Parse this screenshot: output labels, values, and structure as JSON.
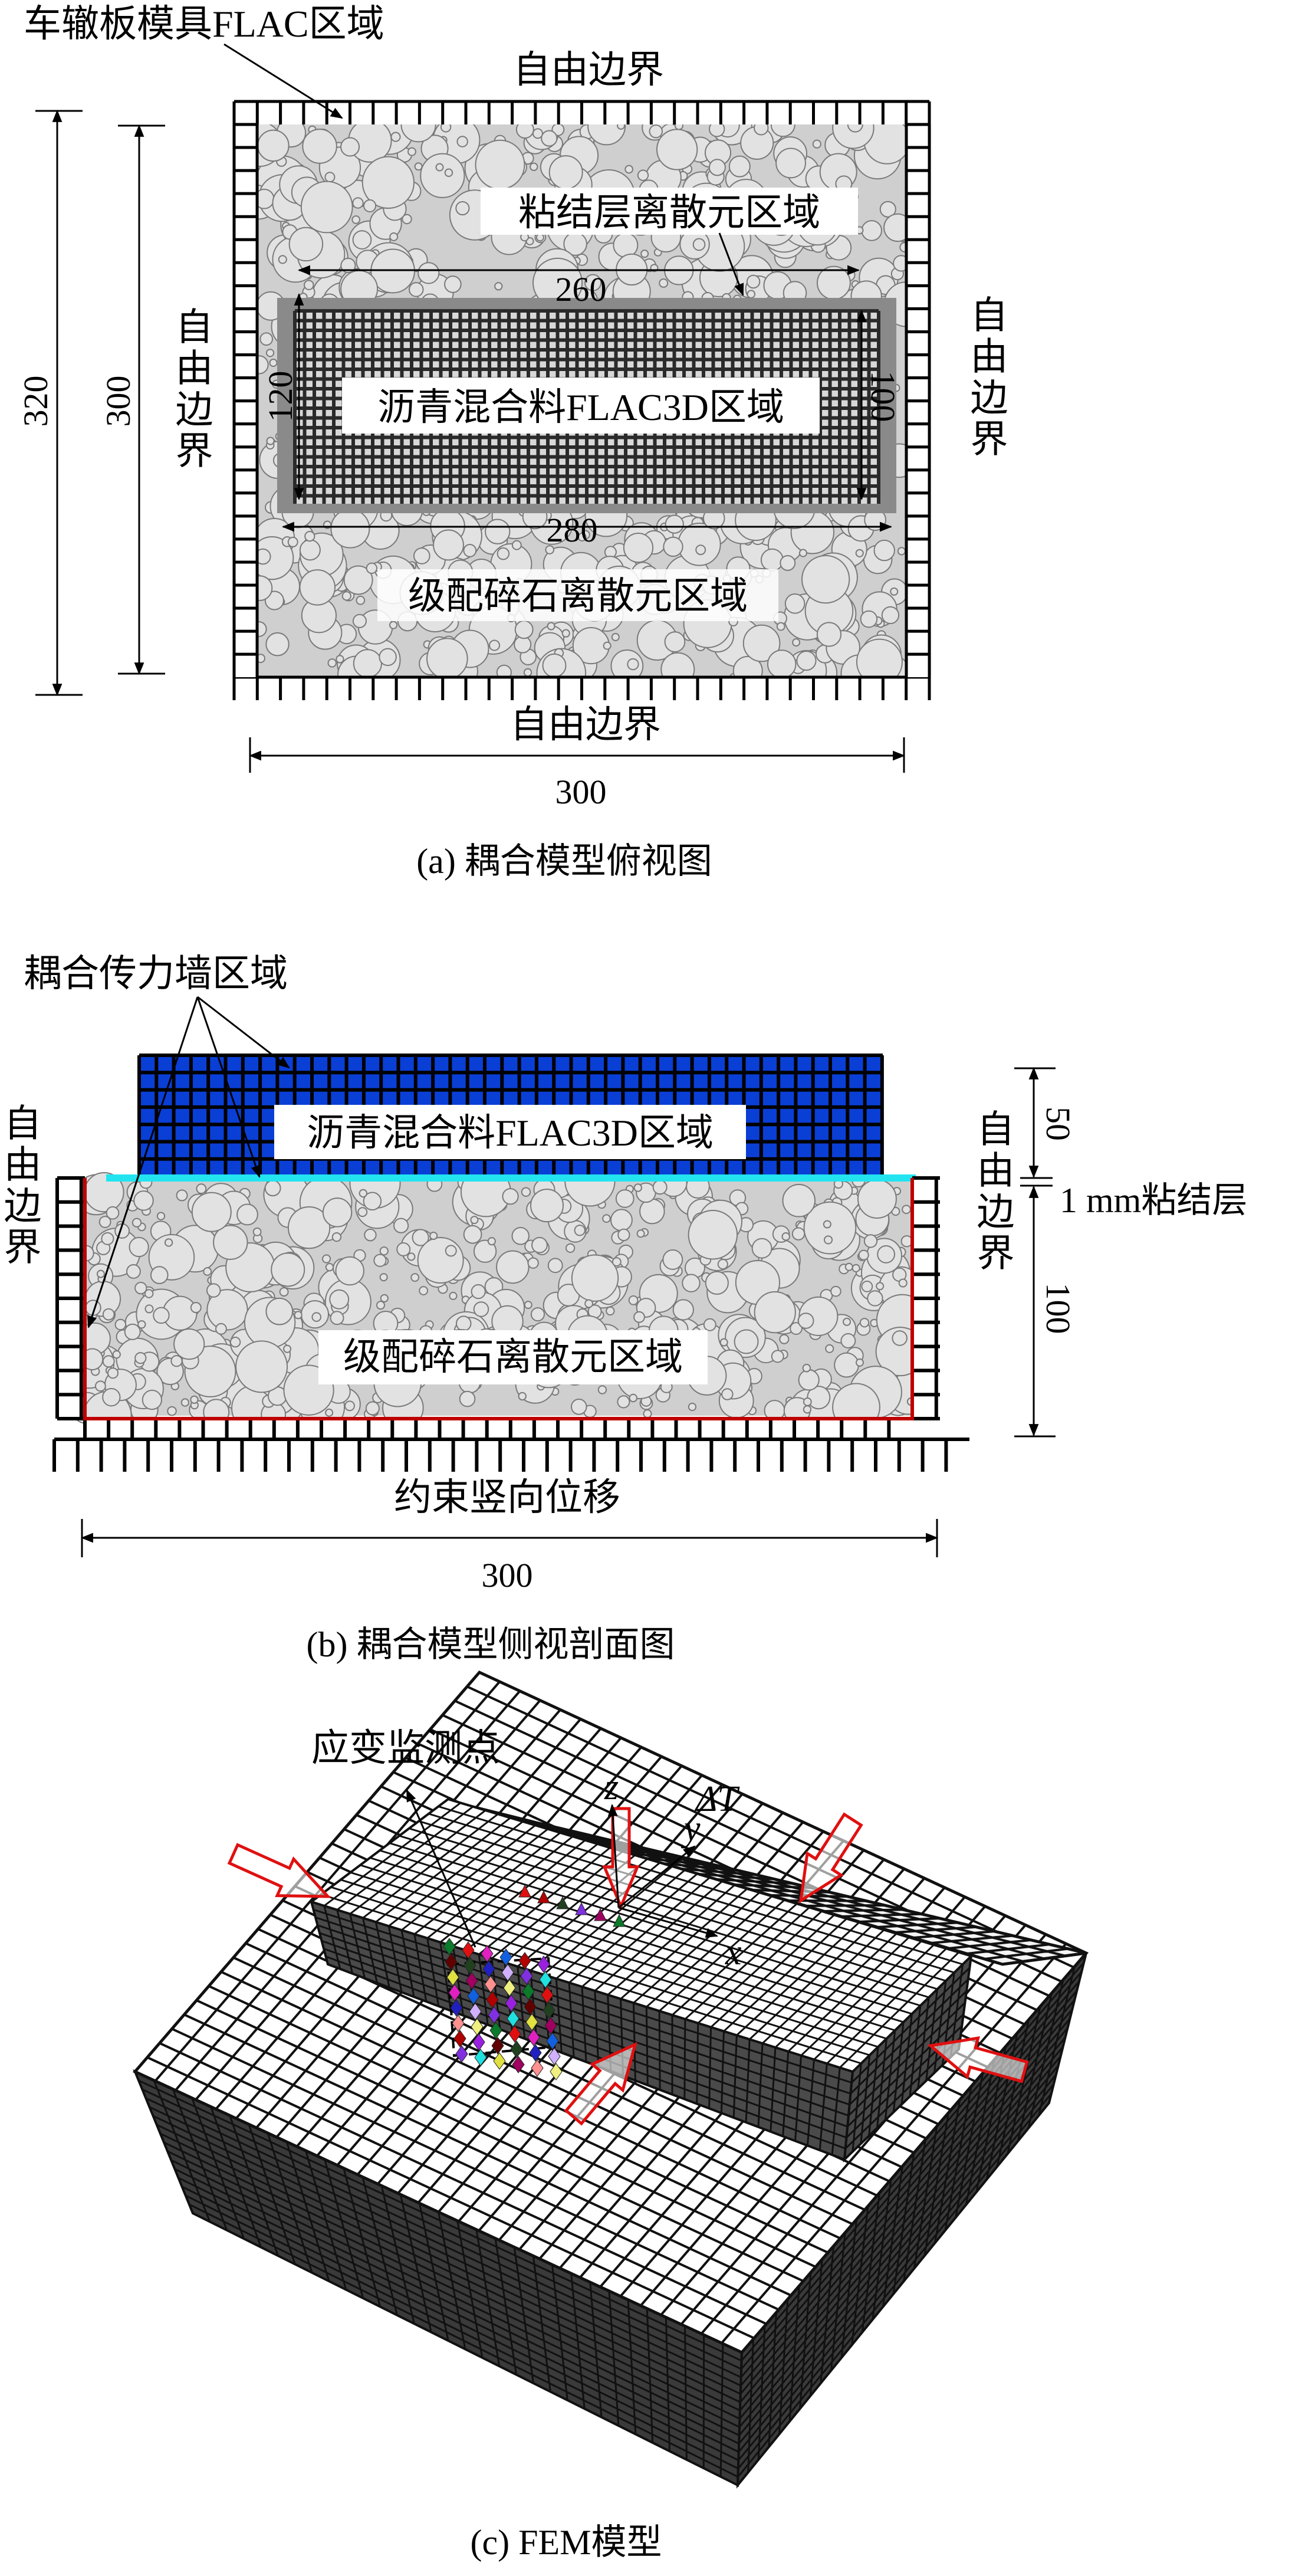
{
  "panel_a": {
    "mold_label": "车辙板模具FLAC区域",
    "top_boundary": "自由边界",
    "bottom_boundary": "自由边界",
    "left_boundary": "自由边界",
    "right_boundary": "自由边界",
    "bond_region": "粘结层离散元区域",
    "asphalt_region": "沥青混合料FLAC3D区域",
    "aggregate_region": "级配碎石离散元区域",
    "dim_260": "260",
    "dim_280": "280",
    "dim_120": "120",
    "dim_100": "100",
    "dim_320": "320",
    "dim_300_left": "300",
    "dim_300_bottom": "300",
    "caption": "(a) 耦合模型俯视图"
  },
  "panel_b": {
    "wall_label": "耦合传力墙区域",
    "asphalt_region": "沥青混合料FLAC3D区域",
    "aggregate_region": "级配碎石离散元区域",
    "left_boundary": "自由边界",
    "right_boundary": "自由边界",
    "bottom_constraint": "约束竖向位移",
    "dim_300": "300",
    "dim_50": "50",
    "dim_100": "100",
    "bond_layer": "1 mm粘结层",
    "caption": "(b) 耦合模型侧视剖面图"
  },
  "panel_c": {
    "monitor_label": "应变监测点",
    "axis_z": "z",
    "axis_y": "y",
    "axis_x": "x",
    "delta_t": "ΔT",
    "caption": "(c) FEM模型"
  },
  "colors": {
    "asphalt_blue": "#0a3fd6",
    "bond_cyan": "#22e4f0",
    "boundary_red": "#c00000",
    "load_arrow_red": "#e01010",
    "mesh_dark": "#3a3a3a",
    "particle": "#e2e2e2",
    "monitor_points": [
      "#0b7a2a",
      "#e01010",
      "#e020c0",
      "#1060e0",
      "#b00000",
      "#9a20e0",
      "#600000",
      "#204020",
      "#2020c0",
      "#d0b0ff",
      "#8030e0",
      "#20e0e0",
      "#e0e040",
      "#a00060",
      "#ff9090",
      "#f0f080"
    ]
  }
}
